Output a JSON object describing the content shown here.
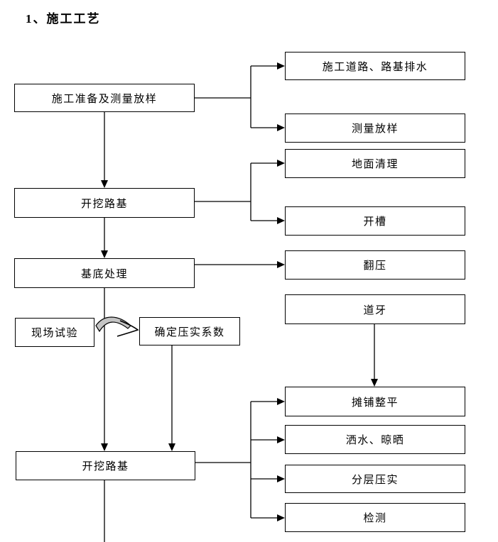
{
  "title": "1、施工工艺",
  "nodes": {
    "prep": "施工准备及测量放样",
    "excavate_top": "开挖路基",
    "base_treatment": "基底处理",
    "field_test": "现场试验",
    "compaction_coeff": "确定压实系数",
    "excavate_bottom": "开挖路基",
    "road_drainage": "施工道路、路基排水",
    "survey_layout": "测量放样",
    "ground_clearing": "地面清理",
    "trenching": "开槽",
    "turning_compaction": "翻压",
    "curb": "道牙",
    "spreading_leveling": "摊铺整平",
    "watering_drying": "洒水、晾晒",
    "layered_compaction": "分层压实",
    "testing": "检测"
  },
  "edges": [
    {
      "from": "施工准备及测量放样",
      "to": "施工道路、路基排水"
    },
    {
      "from": "施工准备及测量放样",
      "to": "测量放样"
    },
    {
      "from": "施工准备及测量放样",
      "to": "开挖路基"
    },
    {
      "from": "开挖路基",
      "to": "地面清理"
    },
    {
      "from": "开挖路基",
      "to": "开槽"
    },
    {
      "from": "开挖路基",
      "to": "基底处理"
    },
    {
      "from": "基底处理",
      "to": "翻压"
    },
    {
      "from": "基底处理",
      "to": "开挖路基(下)"
    },
    {
      "from": "现场试验",
      "to": "确定压实系数"
    },
    {
      "from": "确定压实系数",
      "to": "开挖路基(下)"
    },
    {
      "from": "道牙",
      "to": "摊铺整平"
    },
    {
      "from": "开挖路基(下)",
      "to": "摊铺整平"
    },
    {
      "from": "开挖路基(下)",
      "to": "洒水、晾晒"
    },
    {
      "from": "开挖路基(下)",
      "to": "分层压实"
    },
    {
      "from": "开挖路基(下)",
      "to": "检测"
    }
  ],
  "colors": {
    "line": "#000000",
    "box_border": "#000000",
    "box_fill": "#ffffff",
    "hop_arrow_fill": "#c4c4c4"
  }
}
